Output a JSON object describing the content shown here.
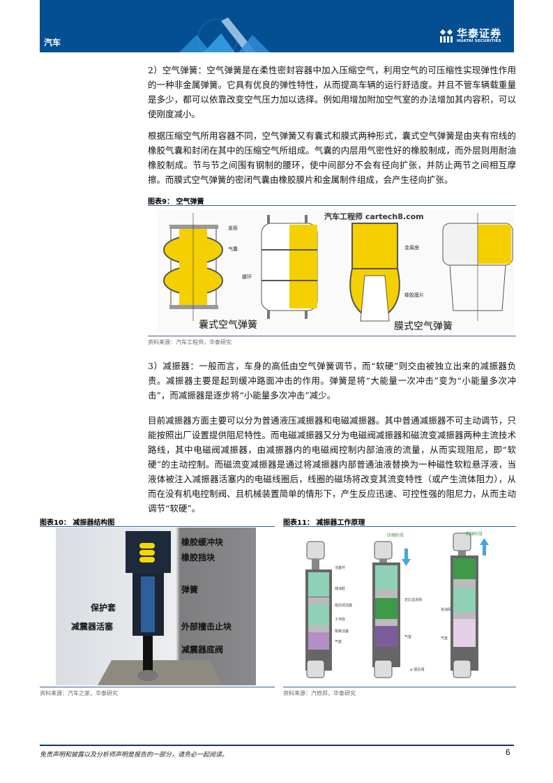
{
  "header": {
    "sector": "汽车",
    "brand_cn": "华泰证券",
    "brand_en": "HUATAI SECURITIES",
    "bg_color": "#044f92"
  },
  "paragraphs": [
    "2）空气弹簧：空气弹簧是在柔性密封容器中加入压缩空气，利用空气的可压缩性实现弹性作用的一种非金属弹簧。它具有优良的弹性特性，从而提高车辆的运行舒适度。并且不管车辆载重量是多少，都可以依靠改变空气压力加以选择。例如用增加附加空气室的办法增加其内容积，可以使刚度减小。",
    "根据压缩空气所用容器不同，空气弹簧又有囊式和膜式两种形式，囊式空气弹簧是由夹有帘线的橡胶气囊和封闭在其中的压缩空气所组成。气囊的内层用气密性好的橡胶制成，而外层则用耐油橡胶制成。节与节之间围有钢制的腰环，使中间部分不会有径向扩张，并防止两节之间相互摩擦。而膜式空气弹簧的密闭气囊由橡胶膜片和金属制件组成，会产生径向扩张。",
    "3）减振器：一般而言，车身的高低由空气弹簧调节，而“软硬”则交由被独立出来的减振器负责。减振器主要是起到缓冲路面冲击的作用。弹簧是将“大能量一次冲击”变为“小能量多次冲击”，而减振器是逐步将“小能量多次冲击”减少。",
    "目前减振器方面主要可以分为普通液压减振器和电磁减振器。其中普通减振器不可主动调节，只能按照出厂设置提供阻尼特性。而电磁减振器又分为电磁阀减振器和磁流变减振器两种主流技术路线，其中电磁阀减振器，由减振器内的电磁阀控制内部油液的流量，从而实现阻尼，即“软硬”的主动控制。而磁流变减振器是通过将减振器内部普通油液替换为一种磁性软粒悬浮液，当液体被注入减振器活塞内的电磁线圈后，线圈的磁场将改变其流变特性（或产生流体阻力），从而在没有机电控制阀、且机械装置简单的情形下，产生反应迅速、可控性强的阻尼力，从而主动调节“软硬”。"
  ],
  "figures": {
    "fig9": {
      "title": "图表9：  空气弹簧",
      "watermark": "汽车工程师 cartech8.com",
      "labels": [
        "盖板",
        "气囊",
        "腰环",
        "金属座",
        "橡胶膜片"
      ],
      "caption_left": "囊式空气弹簧",
      "caption_right": "膜式空气弹簧",
      "source": "资料来源：汽车工程师，华泰研究"
    },
    "fig10": {
      "title": "图表10：  减振器结构图",
      "labels": [
        "橡胶缓冲块",
        "橡胶挡块",
        "弹簧",
        "保护套",
        "减震器活塞",
        "外部撞击止块",
        "减震器底阀"
      ],
      "source": "资料来源：汽车之家，华泰研究"
    },
    "fig11": {
      "title": "图表11：  减振器工作原理",
      "stage_compress": "压缩阶段",
      "stage_rebound": "回弹阶段",
      "labels": [
        "活塞杆",
        "储油腔",
        "阻尼阀活塞",
        "工作腔",
        "隔离活塞",
        "气室",
        "定比溢流阀",
        "进油阀",
        "气室",
        "气室"
      ],
      "legend": "阻尼阀",
      "source": "资料来源：汽修邦，华泰研究"
    }
  },
  "footer": {
    "disclaimer": "免责声明和披露以及分析师声明是报告的一部分，请务必一起阅读。",
    "page": "6"
  }
}
